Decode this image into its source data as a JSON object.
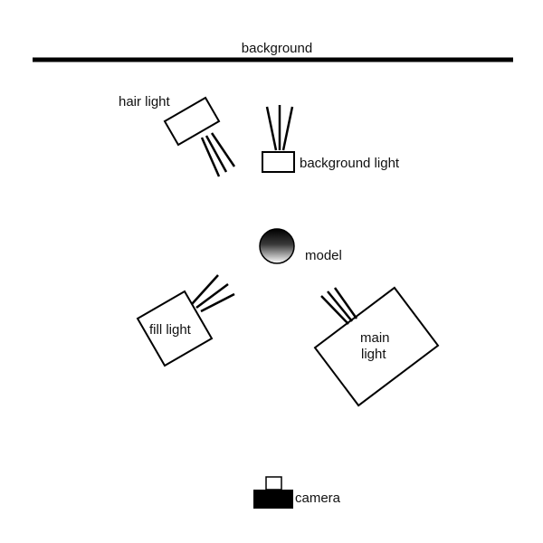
{
  "labels": {
    "background": "background",
    "hair_light": "hair light",
    "background_light": "background light",
    "model": "model",
    "fill_light": "fill light",
    "main_light_line1": "main",
    "main_light_line2": "light",
    "camera": "camera"
  },
  "colors": {
    "ink": "#000000",
    "paper": "#ffffff",
    "model_highlight": "#ffffff",
    "model_shadow": "#000000"
  }
}
